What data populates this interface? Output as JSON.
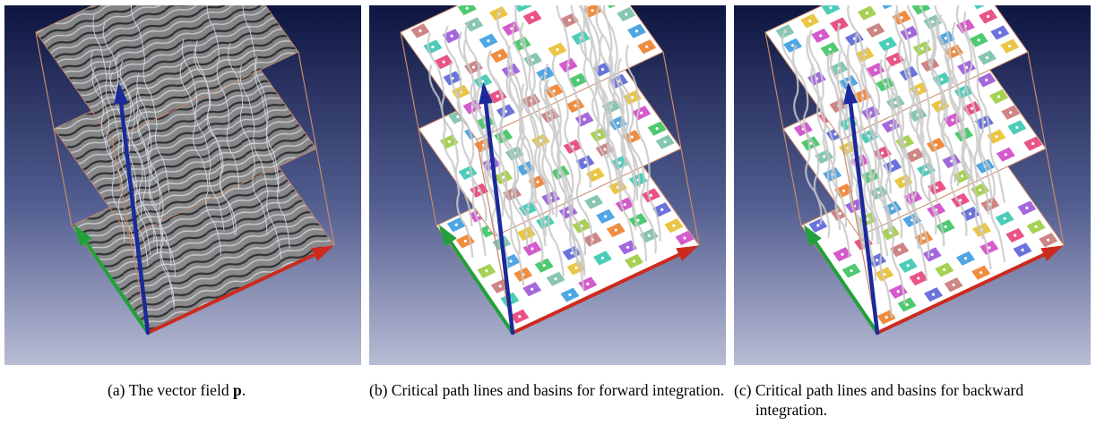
{
  "colors": {
    "bg_top": "#0d1540",
    "bg_bottom": "#b8bcd4",
    "axis_x": "#cc2a1e",
    "axis_y": "#22a03a",
    "axis_z": "#1a2a9a",
    "box_edge": "#c8896a",
    "basin_palette": [
      "#e8407a",
      "#f0802a",
      "#e8c030",
      "#9ccc40",
      "#3cc460",
      "#38c8b0",
      "#3c9ce0",
      "#5a64d8",
      "#9a58d8",
      "#d048c8",
      "#c87878",
      "#7ac0a8"
    ]
  },
  "captions": [
    {
      "label": "(a)",
      "text_before": "The vector field ",
      "bold": "p",
      "text_after": "."
    },
    {
      "label": "(b)",
      "text": "Critical path lines and basins for forward integration."
    },
    {
      "label": "(c)",
      "text": "Critical path lines and basins for backward integration."
    }
  ]
}
